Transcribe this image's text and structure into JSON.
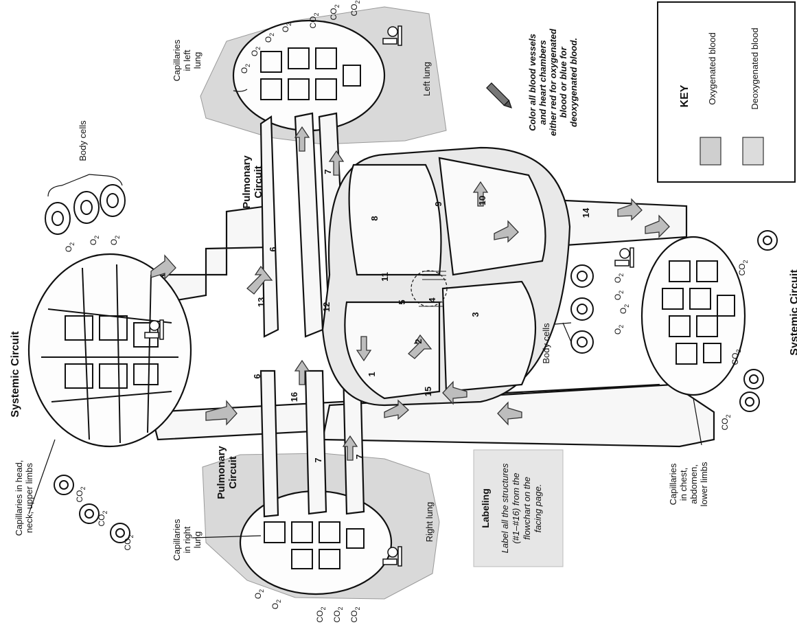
{
  "labels": {
    "cap_left_lung": [
      "Capillaries",
      "in left",
      "lung"
    ],
    "body_cells_top": "Body cells",
    "left_lung": "Left lung",
    "instruction": [
      "Color all blood vessels",
      "and heart chambers",
      "either red for oxygenated",
      "blood or blue for",
      "deoxygenated blood."
    ],
    "systemic_left": "Systemic Circuit",
    "systemic_right": "Systemic Circuit",
    "pulmonary_top": [
      "Pulmonary",
      "Circuit"
    ],
    "pulmonary_bottom": [
      "Pulmonary",
      "Circuit"
    ],
    "cap_head": [
      "Capillaries in head,",
      "neck, upper limbs"
    ],
    "cap_right_lung": [
      "Capillaries",
      "in right",
      "lung"
    ],
    "right_lung": "Right lung",
    "body_cells_mid": "Body cells",
    "cap_chest": [
      "Capillaries",
      "in chest,",
      "abdomen,",
      "lower limbs"
    ]
  },
  "gases": {
    "o2": "O",
    "co2": "CO",
    "sub": "2"
  },
  "structure_numbers": [
    "1",
    "2",
    "3",
    "4",
    "5",
    "6",
    "6",
    "7",
    "7",
    "7",
    "8",
    "9",
    "10",
    "11",
    "12",
    "13",
    "14",
    "15",
    "16"
  ],
  "key": {
    "title": "KEY",
    "items": [
      {
        "label": "Oxygenated blood",
        "swatch": "#cfcfcf"
      },
      {
        "label": "Deoxygenated blood",
        "swatch": "#dcdcdc"
      }
    ]
  },
  "labeling_box": {
    "title": "Labeling",
    "text": [
      "Label all the structures",
      "(#1–#16) from the",
      "flowchart on the",
      "facing page."
    ]
  },
  "colors": {
    "lung_fill": "#d9d9d9",
    "flow_arrow": "#bdbdbd",
    "ink": "#111111"
  },
  "icons": [
    "microscope-icon",
    "crayon-icon"
  ]
}
